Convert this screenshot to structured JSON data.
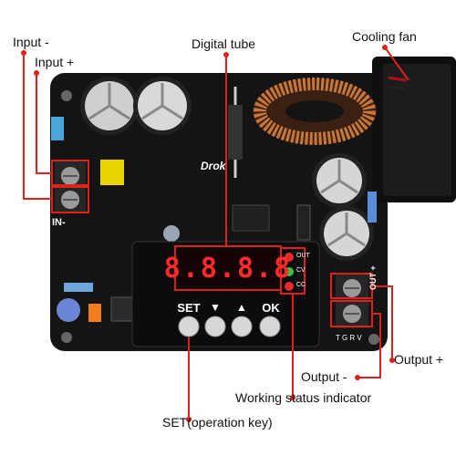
{
  "annotations": {
    "input_minus": "Input -",
    "input_plus": "Input +",
    "digital_tube": "Digital tube",
    "cooling_fan": "Cooling fan",
    "output_plus": "Output +",
    "output_minus": "Output -",
    "working_status": "Working status indicator",
    "set_key": "SET(operation key)"
  },
  "display": {
    "digits": "8.8.8.8"
  },
  "buttons": {
    "set": "SET",
    "down": "▼",
    "up": "▲",
    "ok": "OK"
  },
  "board_silkscreen": {
    "brand": "Drok",
    "in_minus": "IN-",
    "out_plus": "OUT +",
    "led_out": "OUT",
    "led_cv": "CV",
    "led_cc": "CC",
    "tgrv": "T G R V"
  },
  "colors": {
    "pcb": "#141414",
    "accent_red": "#e0201c",
    "digit_red": "#ff2a2a",
    "coil_copper": "#c8773a"
  }
}
